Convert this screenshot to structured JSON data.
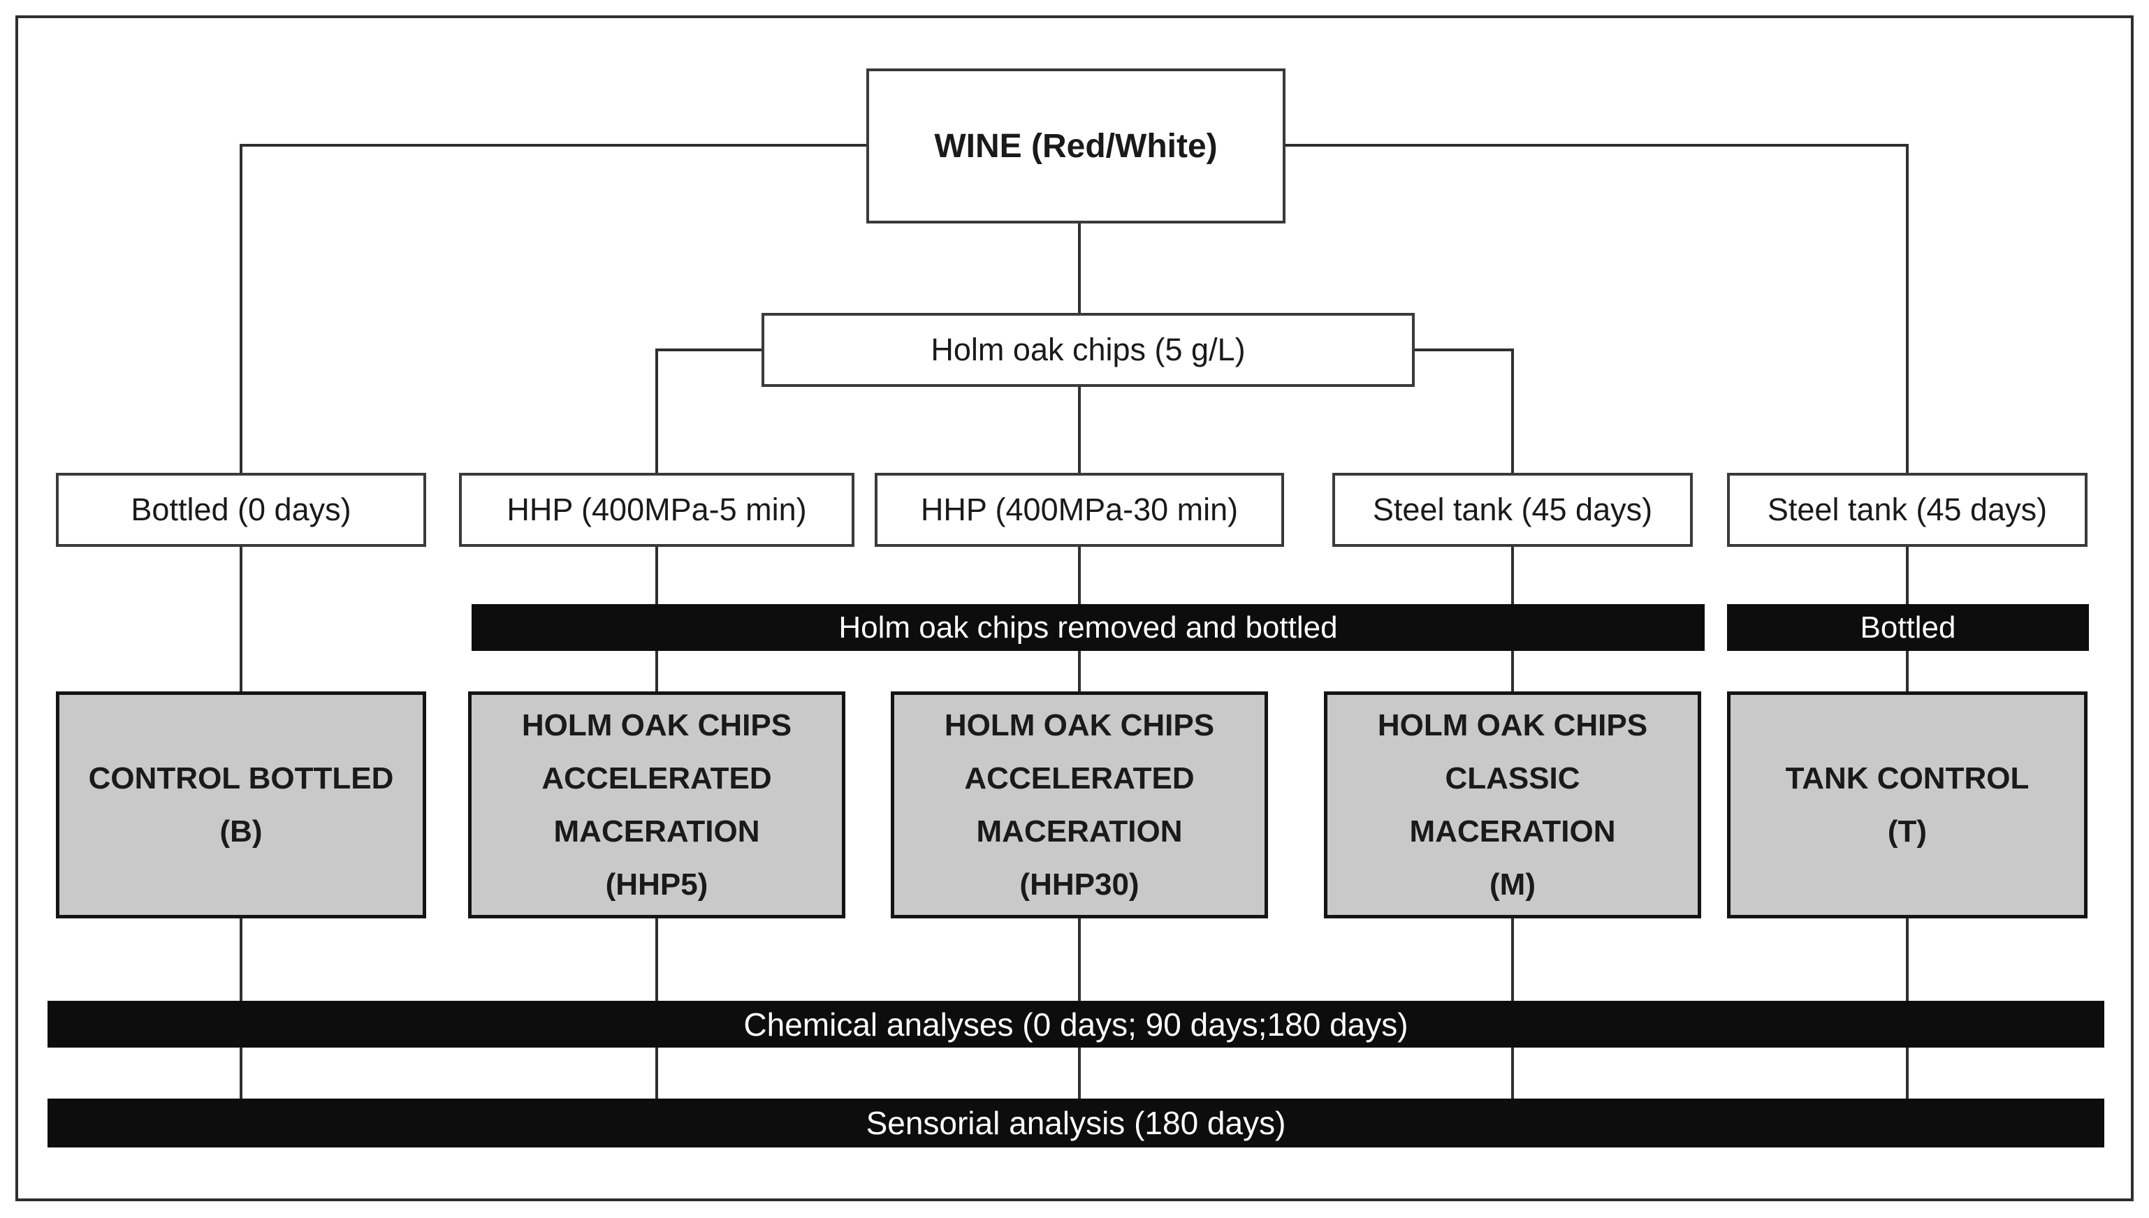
{
  "diagram": {
    "root": {
      "label": "WINE (Red/White)"
    },
    "chips_addition": {
      "label": "Holm oak chips (5 g/L)"
    },
    "treatments": [
      {
        "label": "Bottled (0 days)"
      },
      {
        "label": "HHP (400MPa-5 min)"
      },
      {
        "label": "HHP (400MPa-30 min)"
      },
      {
        "label": "Steel tank (45 days)"
      },
      {
        "label": "Steel tank (45 days)"
      }
    ],
    "bars": {
      "chips_removed": "Holm oak chips removed and bottled",
      "bottled": "Bottled"
    },
    "samples": [
      {
        "lines": [
          "CONTROL BOTTLED",
          "(B)"
        ]
      },
      {
        "lines": [
          "HOLM OAK CHIPS",
          "ACCELERATED",
          "MACERATION",
          "(HHP5)"
        ]
      },
      {
        "lines": [
          "HOLM OAK CHIPS",
          "ACCELERATED",
          "MACERATION",
          "(HHP30)"
        ]
      },
      {
        "lines": [
          "HOLM OAK CHIPS",
          "CLASSIC",
          "MACERATION",
          "(M)"
        ]
      },
      {
        "lines": [
          "TANK CONTROL",
          "(T)"
        ]
      }
    ],
    "analyses": {
      "chemical": "Chemical analyses (0 days; 90 days;180 days)",
      "sensorial": "Sensorial analysis (180 days)"
    },
    "colors": {
      "node_fill": "#ffffff",
      "sample_fill": "#c9c9c9",
      "bar_fill": "#0d0d0d",
      "bar_text": "#ffffff",
      "line": "#2f2f2f",
      "text": "#1a1a1a"
    }
  }
}
